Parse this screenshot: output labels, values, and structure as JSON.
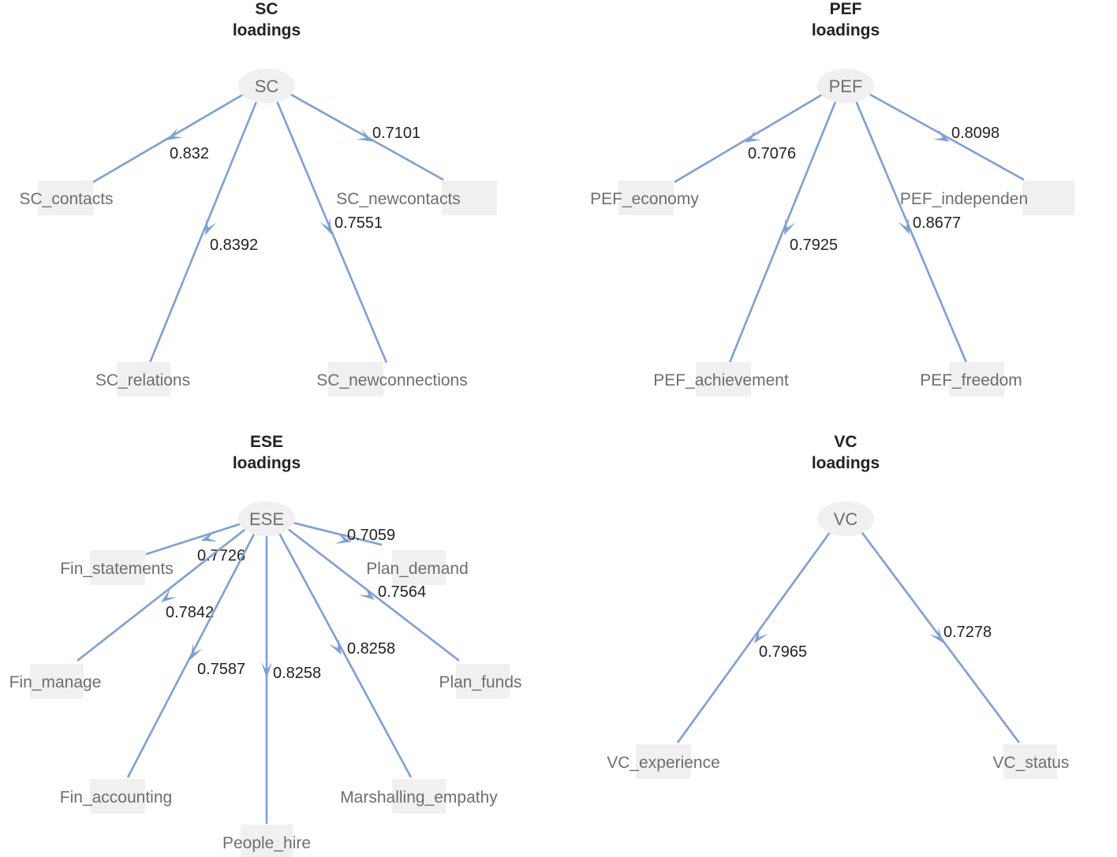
{
  "colors": {
    "edge": "#7f9fd2",
    "node_background": "#f0f0f0",
    "node_text": "#6e6e6e",
    "title_text": "#222222"
  },
  "panels": [
    {
      "id": "sc",
      "title_line1": "SC",
      "title_line2": "loadings",
      "latent": "SC",
      "indicators": [
        {
          "label": "SC_contacts",
          "loading": "0.832"
        },
        {
          "label": "SC_relations",
          "loading": "0.8392"
        },
        {
          "label": "SC_newconnections",
          "loading": "0.7551"
        },
        {
          "label": "SC_newcontacts",
          "loading": "0.7101"
        }
      ]
    },
    {
      "id": "pef",
      "title_line1": "PEF",
      "title_line2": "loadings",
      "latent": "PEF",
      "indicators": [
        {
          "label": "PEF_economy",
          "loading": "0.7076"
        },
        {
          "label": "PEF_achievement",
          "loading": "0.7925"
        },
        {
          "label": "PEF_freedom",
          "loading": "0.8677"
        },
        {
          "label": "PEF_independen",
          "loading": "0.8098"
        }
      ]
    },
    {
      "id": "ese",
      "title_line1": "ESE",
      "title_line2": "loadings",
      "latent": "ESE",
      "indicators": [
        {
          "label": "Fin_statements",
          "loading": "0.7726"
        },
        {
          "label": "Fin_manage",
          "loading": "0.7842"
        },
        {
          "label": "Fin_accounting",
          "loading": "0.7587"
        },
        {
          "label": "People_hire",
          "loading": "0.8258"
        },
        {
          "label": "Marshalling_empathy",
          "loading": "0.8258"
        },
        {
          "label": "Plan_funds",
          "loading": "0.7564"
        },
        {
          "label": "Plan_demand",
          "loading": "0.7059"
        }
      ]
    },
    {
      "id": "vc",
      "title_line1": "VC",
      "title_line2": "loadings",
      "latent": "VC",
      "indicators": [
        {
          "label": "VC_experience",
          "loading": "0.7965"
        },
        {
          "label": "VC_status",
          "loading": "0.7278"
        }
      ]
    }
  ]
}
